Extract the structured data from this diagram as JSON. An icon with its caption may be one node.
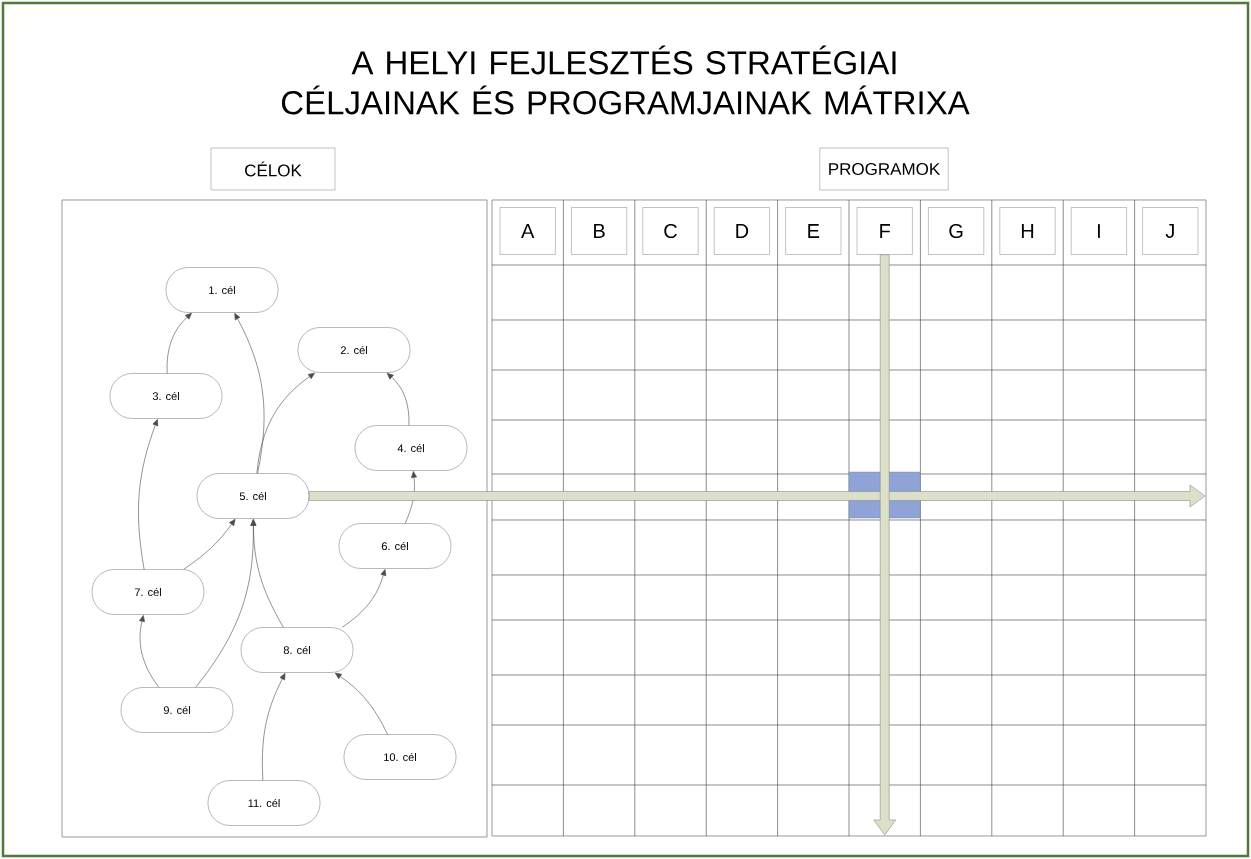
{
  "diagram": {
    "title": "A HELYI FEJLESZTÉS STRATÉGIAI CÉLJAINAK ÉS PROGRAMJAINAK MÁTRIXA",
    "nodes": [
      {
        "text": [
          "CÉLOK"
        ]
      },
      {
        "text": [
          "PROGRAMOK"
        ]
      },
      {
        "text": [
          "1. cél"
        ]
      },
      {
        "text": [
          "2. cél"
        ]
      },
      {
        "text": [
          "3. cél"
        ]
      },
      {
        "text": [
          "4. cél"
        ]
      },
      {
        "text": [
          "5. cél"
        ]
      },
      {
        "text": [
          "6. cél"
        ]
      },
      {
        "text": [
          "7. cél"
        ]
      },
      {
        "text": [
          "8. cél"
        ]
      },
      {
        "text": [
          "9. cél"
        ]
      },
      {
        "text": [
          "10. cél"
        ]
      },
      {
        "text": [
          "11. cél"
        ]
      },
      {
        "text": [
          "A"
        ]
      },
      {
        "text": [
          "B"
        ]
      },
      {
        "text": [
          "C"
        ]
      },
      {
        "text": [
          "D"
        ]
      },
      {
        "text": [
          "E"
        ]
      },
      {
        "text": [
          "F"
        ]
      },
      {
        "text": [
          "G"
        ]
      },
      {
        "text": [
          "H"
        ]
      },
      {
        "text": [
          "I"
        ]
      },
      {
        "text": [
          "J"
        ]
      }
    ],
    "edges": [
      {
        "from": 4,
        "to": 2,
        "arrow": "to"
      },
      {
        "from": 6,
        "to": 2,
        "arrow": "to"
      },
      {
        "from": 6,
        "to": 3,
        "arrow": "to"
      },
      {
        "from": 5,
        "to": 3,
        "arrow": "to"
      },
      {
        "from": 7,
        "to": 5,
        "arrow": "to"
      },
      {
        "from": 8,
        "to": 4,
        "arrow": "to"
      },
      {
        "from": 8,
        "to": 6,
        "arrow": "to"
      },
      {
        "from": 10,
        "to": 8,
        "arrow": "to"
      },
      {
        "from": 10,
        "to": 6,
        "arrow": "to"
      },
      {
        "from": 9,
        "to": 6,
        "arrow": "to"
      },
      {
        "from": 9,
        "to": 7,
        "arrow": "to"
      },
      {
        "from": 12,
        "to": 9,
        "arrow": "to"
      },
      {
        "from": 11,
        "to": 9,
        "arrow": "to"
      },
      {
        "from": 6,
        "to": null,
        "arrow": "to",
        "style": "thick",
        "color": "#dde0c8"
      },
      {
        "from": 18,
        "to": null,
        "arrow": "to",
        "style": "thick",
        "color": "#dde0c8"
      }
    ]
  }
}
